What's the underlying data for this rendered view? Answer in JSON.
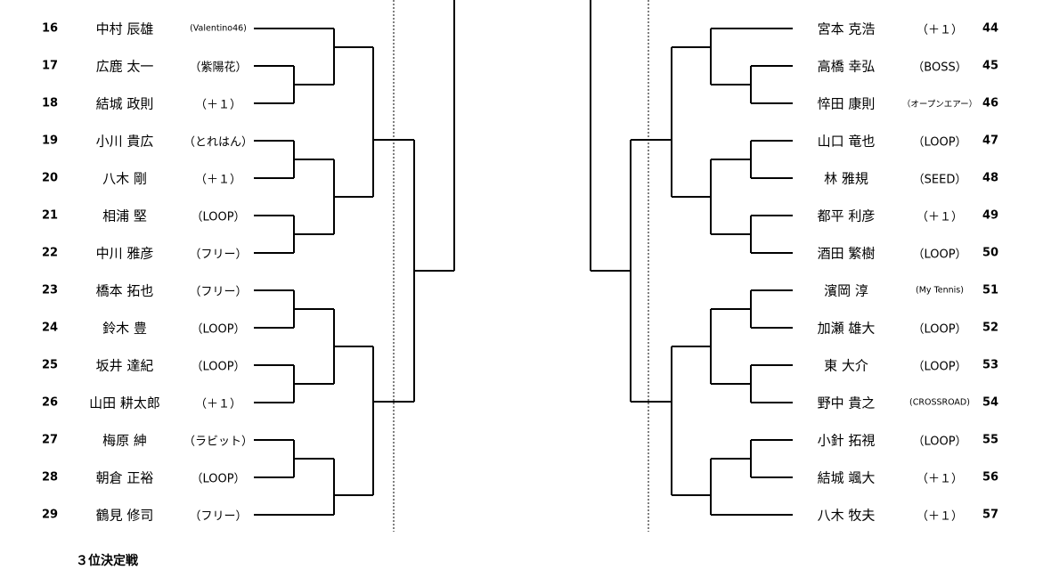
{
  "left_players": [
    {
      "num": "16",
      "name": "中村 辰雄",
      "club": "(Valentino46)",
      "small": true
    },
    {
      "num": "17",
      "name": "広鹿 太一",
      "club": "（紫陽花）"
    },
    {
      "num": "18",
      "name": "結城 政則",
      "club": "（＋１）"
    },
    {
      "num": "19",
      "name": "小川 貴広",
      "club": "（とれはん）"
    },
    {
      "num": "20",
      "name": "八木 剛",
      "club": "（＋１）"
    },
    {
      "num": "21",
      "name": "相浦 堅",
      "club": "（LOOP）"
    },
    {
      "num": "22",
      "name": "中川 雅彦",
      "club": "（フリー）"
    },
    {
      "num": "23",
      "name": "橋本 拓也",
      "club": "（フリー）"
    },
    {
      "num": "24",
      "name": "鈴木 豊",
      "club": "（LOOP）"
    },
    {
      "num": "25",
      "name": "坂井 達紀",
      "club": "（LOOP）"
    },
    {
      "num": "26",
      "name": "山田 耕太郎",
      "club": "（＋１）"
    },
    {
      "num": "27",
      "name": "梅原 紳",
      "club": "（ラビット）"
    },
    {
      "num": "28",
      "name": "朝倉 正裕",
      "club": "（LOOP）"
    },
    {
      "num": "29",
      "name": "鶴見 修司",
      "club": "（フリー）"
    }
  ],
  "right_players": [
    {
      "num": "44",
      "name": "宮本 克浩",
      "club": "（＋１）"
    },
    {
      "num": "45",
      "name": "高橋 幸弘",
      "club": "（BOSS）"
    },
    {
      "num": "46",
      "name": "悴田 康則",
      "club": "（オープンエアー）",
      "small": true
    },
    {
      "num": "47",
      "name": "山口 竜也",
      "club": "（LOOP）"
    },
    {
      "num": "48",
      "name": "林 雅規",
      "club": "（SEED）"
    },
    {
      "num": "49",
      "name": "都平 利彦",
      "club": "（＋１）"
    },
    {
      "num": "50",
      "name": "酒田 繁樹",
      "club": "（LOOP）"
    },
    {
      "num": "51",
      "name": "濱岡 淳",
      "club": "(My Tennis)",
      "small": true
    },
    {
      "num": "52",
      "name": "加瀬 雄大",
      "club": "（LOOP）"
    },
    {
      "num": "53",
      "name": "東 大介",
      "club": "（LOOP）"
    },
    {
      "num": "54",
      "name": "野中 貴之",
      "club": "(CROSSROAD)",
      "small": true
    },
    {
      "num": "55",
      "name": "小針 拓視",
      "club": "（LOOP）"
    },
    {
      "num": "56",
      "name": "結城 颯大",
      "club": "（＋１）"
    },
    {
      "num": "57",
      "name": "八木 牧夫",
      "club": "（＋１）"
    }
  ],
  "third_place_title": "３位決定戦"
}
